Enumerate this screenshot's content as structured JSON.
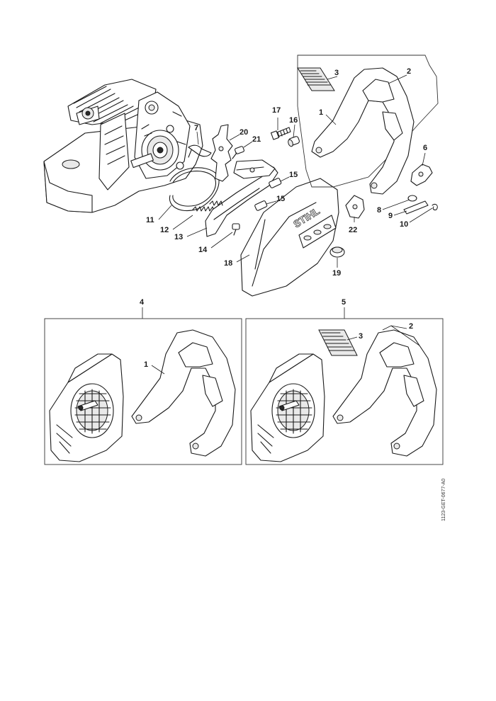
{
  "callouts": {
    "c1": "1",
    "c2": "2",
    "c3": "3",
    "c6": "6",
    "c7": "7",
    "c8": "8",
    "c9": "9",
    "c10": "10",
    "c11": "11",
    "c12": "12",
    "c13": "13",
    "c14": "14",
    "c15a": "15",
    "c15b": "15",
    "c16": "16",
    "c17": "17",
    "c18": "18",
    "c19": "19",
    "c20": "20",
    "c21": "21",
    "c22": "22"
  },
  "kit4": {
    "label": "4",
    "c1": "1"
  },
  "kit5": {
    "label": "5",
    "c2": "2",
    "c3": "3"
  },
  "cover_brand": "STIHL",
  "drawing_code": "1123-GET-0677-A0"
}
